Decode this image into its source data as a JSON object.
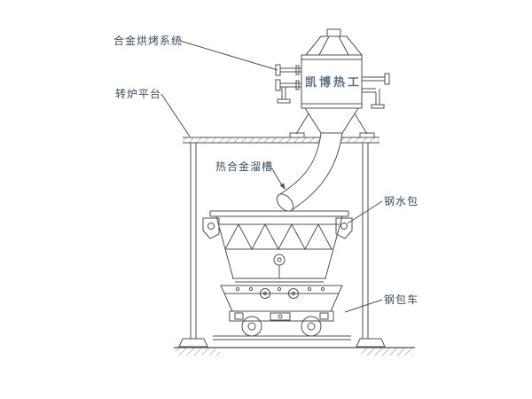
{
  "page": {
    "background": "#ffffff",
    "type": "engineering-cad-diagram"
  },
  "colors": {
    "line": "#4b5057",
    "label_text": "#3b4a5f",
    "brand_text": "#60708a"
  },
  "labels": {
    "alloy_baking_system": "合金烘烤系统",
    "converter_platform": "转炉平台",
    "hot_alloy_chute": "热合金溜槽",
    "steel_ladle": "钢水包",
    "ladle_car": "钢包车"
  },
  "tank": {
    "brand": "凯博热工"
  }
}
